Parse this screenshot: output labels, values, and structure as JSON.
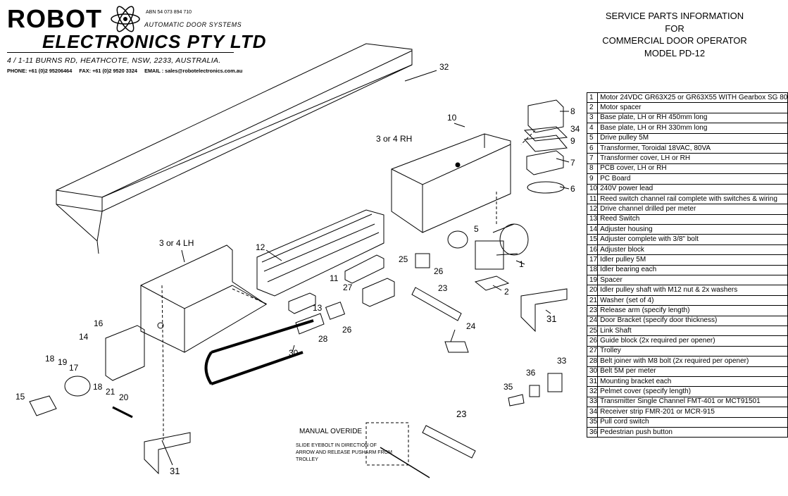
{
  "header": {
    "company_line1": "ROBOT",
    "company_line2": "ELECTRONICS PTY LTD",
    "abn": "ABN 54 073 894 710",
    "tagline": "AUTOMATIC DOOR SYSTEMS",
    "address": "4 / 1-11 BURNS RD, HEATHCOTE, NSW, 2233, AUSTRALIA.",
    "contact": "PHONE: +61 (0)2 95206464     FAX: +61 (0)2 9520 3324     EMAIL : sales@robotelectronics.com.au"
  },
  "title": {
    "line1": "SERVICE PARTS INFORMATION",
    "line2": "FOR",
    "line3": "COMMERCIAL DOOR OPERATOR",
    "line4": "MODEL PD-12"
  },
  "parts": [
    {
      "num": "1",
      "desc": "Motor 24VDC  GR63X25 or GR63X55  WITH Gearbox SG 80"
    },
    {
      "num": "2",
      "desc": "Motor spacer"
    },
    {
      "num": "3",
      "desc": "Base plate, LH or RH 450mm long"
    },
    {
      "num": "4",
      "desc": "Base plate, LH or RH 330mm long"
    },
    {
      "num": "5",
      "desc": "Drive pulley 5M"
    },
    {
      "num": "6",
      "desc": "Transformer, Toroidal 18VAC, 80VA"
    },
    {
      "num": "7",
      "desc": "Transformer cover, LH or RH"
    },
    {
      "num": "8",
      "desc": "PCB cover, LH or RH"
    },
    {
      "num": "9",
      "desc": "PC Board"
    },
    {
      "num": "10",
      "desc": "240V power lead"
    },
    {
      "num": "11",
      "desc": "Reed switch channel rail  complete with switches & wiring"
    },
    {
      "num": "12",
      "desc": "Drive channel drilled per meter"
    },
    {
      "num": "13",
      "desc": "Reed Switch"
    },
    {
      "num": "14",
      "desc": "Adjuster housing"
    },
    {
      "num": "15",
      "desc": "Adjuster complete with 3/8\" bolt"
    },
    {
      "num": "16",
      "desc": "Adjuster block"
    },
    {
      "num": "17",
      "desc": "Idler pulley 5M"
    },
    {
      "num": "18",
      "desc": "Idler bearing each"
    },
    {
      "num": "19",
      "desc": "Spacer"
    },
    {
      "num": "20",
      "desc": "Idler pulley shaft with M12 nut & 2x washers"
    },
    {
      "num": "21",
      "desc": "Washer (set of 4)"
    },
    {
      "num": "23",
      "desc": "Release arm (specify length)"
    },
    {
      "num": "24",
      "desc": "Door Bracket (specify door thickness)"
    },
    {
      "num": "25",
      "desc": "Link Shaft"
    },
    {
      "num": "26",
      "desc": "Guide block  (2x required per opener)"
    },
    {
      "num": "27",
      "desc": "Trolley"
    },
    {
      "num": "28",
      "desc": "Belt joiner with M8 bolt (2x required per opener)"
    },
    {
      "num": "30",
      "desc": "Belt 5M per meter"
    },
    {
      "num": "31",
      "desc": "Mounting bracket each"
    },
    {
      "num": "32",
      "desc": "Pelmet cover (specify length)"
    },
    {
      "num": "33",
      "desc": "Transmitter Single Channel  FMT-401  or  MCT91501"
    },
    {
      "num": "34",
      "desc": "Receiver strip FMR-201  or  MCR-915"
    },
    {
      "num": "35",
      "desc": "Pull cord switch"
    },
    {
      "num": "36",
      "desc": "Pedestrian push button"
    }
  ],
  "callouts": {
    "c32": "32",
    "c10": "10",
    "c8": "8",
    "c34": "34",
    "c9": "9",
    "c7": "7",
    "c6": "6",
    "c3rh": "3 or 4 RH",
    "c3lh": "3 or 4 LH",
    "c5": "5",
    "c1": "1",
    "c2": "2",
    "c31a": "31",
    "c12": "12",
    "c11": "11",
    "c25": "25",
    "c26a": "26",
    "c27": "27",
    "c23a": "23",
    "c24": "24",
    "c13": "13",
    "c26b": "26",
    "c28": "28",
    "c30": "30",
    "c16": "16",
    "c14": "14",
    "c18a": "18",
    "c19": "19",
    "c17": "17",
    "c18b": "18",
    "c21": "21",
    "c20": "20",
    "c15": "15",
    "c31b": "31",
    "c33": "33",
    "c36": "36",
    "c35": "35",
    "c23b": "23"
  },
  "manual": {
    "title": "MANUAL OVERIDE",
    "text": "SLIDE EYEBOLT IN DIRECTION OF ARROW AND RELEASE PUSHARM FROM TROLLEY"
  }
}
